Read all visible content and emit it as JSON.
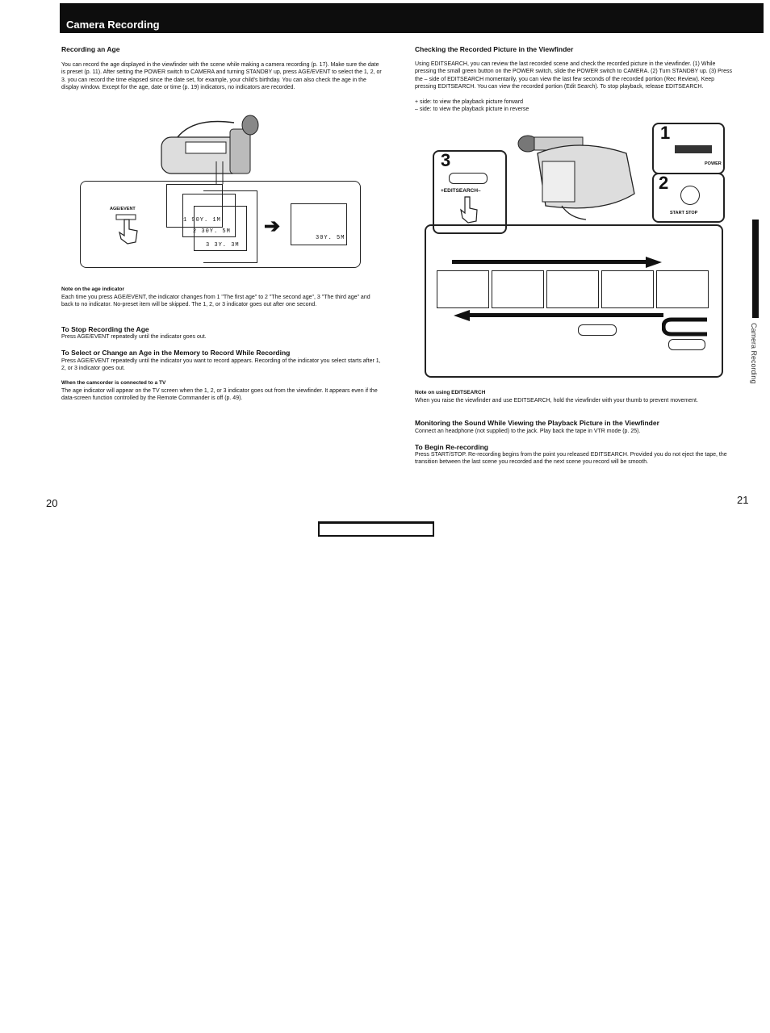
{
  "header": {
    "title": "Camera Recording"
  },
  "side_tab": {
    "label": "Camera Recording"
  },
  "pages": {
    "left_number": "20",
    "right_number": "21"
  },
  "left": {
    "heading": "Recording an Age",
    "intro": "You can record the age displayed in the viewfinder with the scene while making a camera recording (p. 17). Make sure the date is preset (p. 11). After setting the POWER switch to CAMERA and turning STANDBY up, press AGE/EVENT to select the 1, 2, or 3. you can record the time elapsed since the date set, for example, your child's birthday. You can also check the age in the display window. Except for the age, date or time (p. 19) indicators, no indicators are recorded.",
    "figure": {
      "button_label": "AGE/EVENT",
      "screen1": "1 90Y. 1M",
      "screen2": "2 30Y. 5M",
      "screen3": "3  3Y. 3M",
      "result": "30Y. 5M"
    },
    "note_heading": "Note on the age indicator",
    "note_text": "Each time you press AGE/EVENT, the indicator changes from 1 \"The first age\" to 2 \"The second age\", 3 \"The third age\" and back to no indicator. No-preset item will be skipped. The 1, 2, or 3 indicator goes out after one second.",
    "stop_heading": "To Stop Recording the Age",
    "stop_text": "Press AGE/EVENT repeatedly until the indicator goes out.",
    "select_heading": "To Select or Change an Age in the Memory to Record While Recording",
    "select_text": "Press AGE/EVENT repeatedly until the indicator you want to record appears. Recording of the indicator you select starts after 1, 2, or 3 indicator goes out.",
    "tv_heading": "When the camcorder is connected to a TV",
    "tv_text": "The age indicator will appear on the TV screen when the 1, 2, or 3 indicator goes out from the viewfinder. It appears even if the data-screen function controlled by the Remote Commander is off (p. 49)."
  },
  "right": {
    "heading": "Checking the Recorded Picture in the Viewfinder",
    "intro": "Using EDITSEARCH, you can review the last recorded scene and check the recorded picture in the viewfinder. (1) While pressing the small green button on the POWER switch, slide the POWER switch to CAMERA. (2) Turn STANDBY up. (3) Press the – side of EDITSEARCH momentarily, you can view the last few seconds of the recorded portion (Rec Review). Keep pressing EDITSEARCH. You can view the recorded portion (Edit Search). To stop playback, release EDITSEARCH.",
    "bullet_plus": "+ side: to view the playback picture forward",
    "bullet_minus": "– side: to view the playback picture in reverse",
    "figure": {
      "step3": "3",
      "step1": "1",
      "step2": "2",
      "editsearch_label": "+EDITSEARCH–",
      "power_label": "POWER",
      "start_stop_label": "START STOP"
    },
    "note_heading": "Note on using EDITSEARCH",
    "note_text": "When you raise the viewfinder and use EDITSEARCH, hold the viewfinder with your thumb to prevent movement.",
    "monitor_heading": "Monitoring the Sound While Viewing the Playback Picture in the Viewfinder",
    "monitor_text": "Connect an headphone (not supplied) to the jack. Play back the tape in VTR mode (p. 25).",
    "begin_heading": "To Begin Re-recording",
    "begin_text": "Press START/STOP. Re-recording begins from the point you released EDITSEARCH. Provided you do not eject the tape, the transition between the last scene you recorded and the next scene you record will be smooth."
  }
}
